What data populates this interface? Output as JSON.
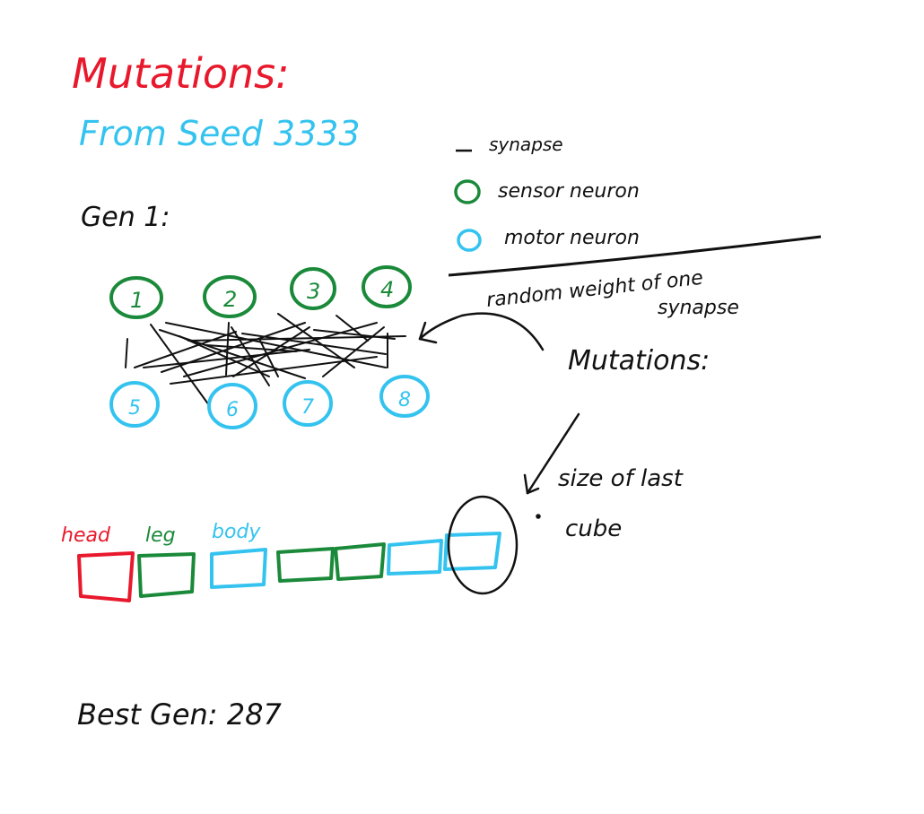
{
  "colors": {
    "title": "#e8192c",
    "seed": "#34c3ef",
    "ink": "#111111",
    "sensor": "#1a8a3a",
    "motor": "#34c3ef",
    "head": "#e8192c"
  },
  "title": "Mutations:",
  "seed_label": "From Seed 3333",
  "gen_label": "Gen 1:",
  "legend": {
    "synapse": "synapse",
    "sensor": "sensor neuron",
    "motor": "motor neuron"
  },
  "note_line1": "random weight of one",
  "note_line2": "synapse",
  "mutations_label": "Mutations:",
  "size_line1": "size of last",
  "size_line2": "cube",
  "sensor_neurons": [
    "1",
    "2",
    "3",
    "4"
  ],
  "motor_neurons": [
    "5",
    "6",
    "7",
    "8"
  ],
  "body_labels": {
    "head": "head",
    "leg": "leg",
    "body": "body"
  },
  "cube_colors": [
    "head",
    "sensor",
    "motor",
    "sensor",
    "sensor",
    "motor",
    "motor"
  ],
  "best_gen": "Best Gen: 287"
}
